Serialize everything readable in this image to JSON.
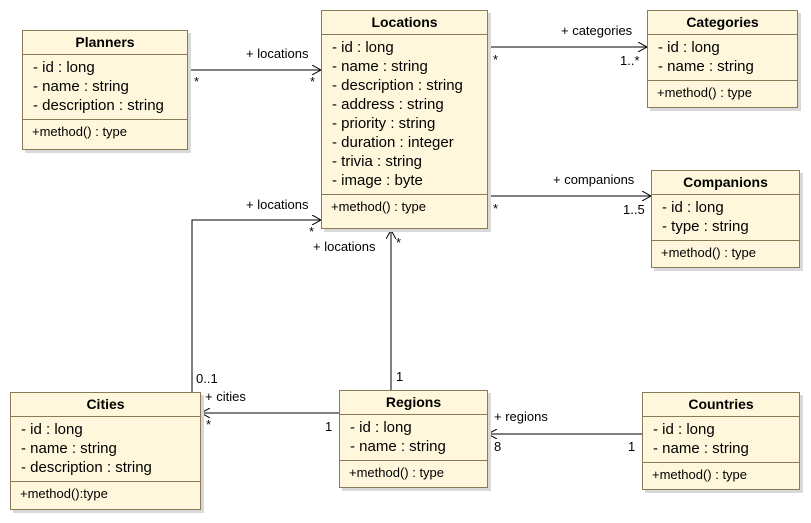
{
  "classes": {
    "planners": {
      "name": "Planners",
      "attrs": [
        "- id : long",
        "- name : string",
        "- description : string"
      ],
      "op": "+method() : type"
    },
    "locations": {
      "name": "Locations",
      "attrs": [
        "- id : long",
        "- name : string",
        "- description : string",
        "- address : string",
        "- priority : string",
        "- duration : integer",
        "- trivia : string",
        "- image : byte"
      ],
      "op": "+method() : type"
    },
    "categories": {
      "name": "Categories",
      "attrs": [
        "- id : long",
        "- name : string"
      ],
      "op": "+method() : type"
    },
    "companions": {
      "name": "Companions",
      "attrs": [
        "- id : long",
        "- type : string"
      ],
      "op": "+method() : type"
    },
    "cities": {
      "name": "Cities",
      "attrs": [
        "- id : long",
        "- name : string",
        "- description : string"
      ],
      "op": "+method():type"
    },
    "regions": {
      "name": "Regions",
      "attrs": [
        "- id : long",
        "- name : string"
      ],
      "op": "+method() : type"
    },
    "countries": {
      "name": "Countries",
      "attrs": [
        "- id : long",
        "- name : string"
      ],
      "op": "+method() : type"
    }
  },
  "labels": {
    "planners_locations_role": "+ locations",
    "planners_locations_src_mult": "*",
    "planners_locations_dst_mult": "*",
    "locations_categories_role": "+ categories",
    "locations_categories_src_mult": "*",
    "locations_categories_dst_mult": "1..*",
    "locations_companions_role": "+ companions",
    "locations_companions_src_mult": "*",
    "locations_companions_dst_mult": "1..5",
    "cities_locations_role": "+ locations",
    "cities_locations_dst_mult": "*",
    "cities_locations_src_mult": "0..1",
    "regions_locations_role": "+ locations",
    "regions_locations_dst_mult": "*",
    "regions_locations_src_mult": "1",
    "regions_cities_role": "+ cities",
    "regions_cities_dst_mult": "*",
    "regions_cities_src_mult": "1",
    "countries_regions_role": "+ regions",
    "countries_regions_dst_mult": "8",
    "countries_regions_src_mult": "1"
  }
}
